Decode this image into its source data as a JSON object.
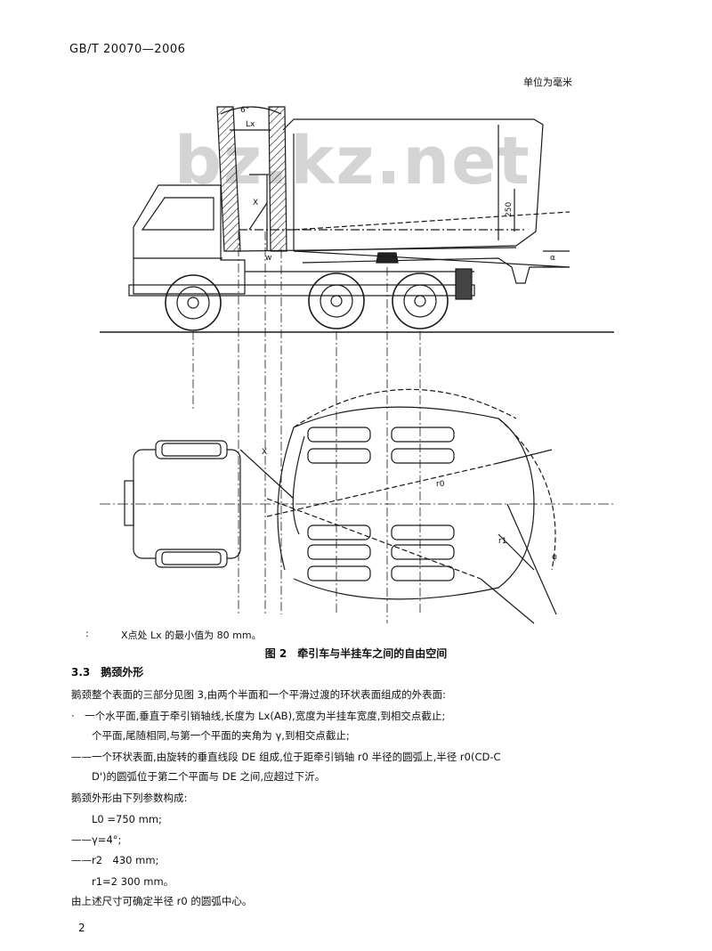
{
  "header": {
    "standard_number": "GB/T 20070—2006",
    "unit_note": "单位为毫米"
  },
  "watermark": "bz.kz.net",
  "figure": {
    "labels": {
      "angle_6": "6°",
      "lx": "Lx",
      "x": "X",
      "dim_250": "250",
      "w": "w",
      "alpha": "α",
      "x_top": "X",
      "r0": "r0",
      "r1": "r1",
      "phi": "φ"
    },
    "footnote": {
      "marker": ":",
      "text": "X点处 Lx 的最小值为 80 mm。"
    },
    "caption": "图 2　牵引车与半挂车之间的自由空间"
  },
  "section": {
    "title": "3.3　鹅颈外形",
    "lines": [
      "鹅颈整个表面的三部分见图 3,由两个半面和一个平滑过渡的环状表面组成的外表面:",
      "·　一个水平面,垂直于牵引销轴线,长度为 Lx(AB),宽度为半挂车宽度,到相交点截止;",
      "　　个平面,尾随相同,与第一个平面的夹角为 γ,到相交点截止;",
      "——一个环状表面,由旋转的垂直线段 DE 组成,位于距牵引销轴 r0 半径的圆弧上,半径 r0(CD-C",
      "　　D')的圆弧位于第二个平面与 DE 之间,应超过下沂。",
      "鹅颈外形由下列参数构成:",
      "　　L0 =750 mm;",
      "——γ=4°;",
      "——r2　430 mm;",
      "　　r1=2 300 mm。",
      "由上述尺寸可确定半径 r0 的圆弧中心。"
    ]
  },
  "page_number": "2"
}
